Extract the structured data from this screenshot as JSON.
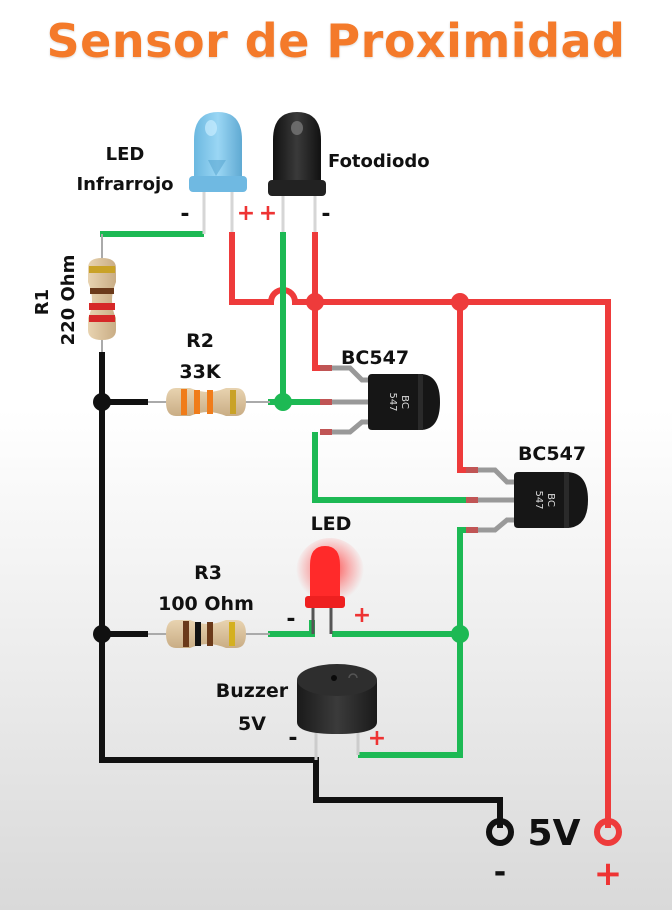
{
  "title": "Sensor de Proximidad",
  "colors": {
    "title": "#f47a2a",
    "wire_positive": "#ee3b3b",
    "wire_ground": "#111111",
    "wire_signal": "#1db954",
    "ir_led": "#7cc7ec",
    "photodiode": "#1e1e1e",
    "led": "#ff2020",
    "transistor": "#161616",
    "buzzer": "#2a2a2a"
  },
  "components": {
    "ir_led": {
      "label_line1": "LED",
      "label_line2": "Infrarrojo",
      "minus": "-",
      "plus": "+"
    },
    "photodiode": {
      "label": "Fotodiodo",
      "plus": "+",
      "minus": "-"
    },
    "r1": {
      "name": "R1",
      "value": "220 Ohm"
    },
    "r2": {
      "name": "R2",
      "value": "33K"
    },
    "r3": {
      "name": "R3",
      "value": "100 Ohm"
    },
    "q1": {
      "label": "BC547",
      "body_line1": "BC",
      "body_line2": "547"
    },
    "q2": {
      "label": "BC547",
      "body_line1": "BC",
      "body_line2": "547"
    },
    "led": {
      "label": "LED",
      "minus": "-",
      "plus": "+"
    },
    "buzzer": {
      "label_line1": "Buzzer",
      "label_line2": "5V",
      "minus": "-",
      "plus": "+"
    },
    "supply": {
      "label": "5V",
      "minus": "-",
      "plus": "+"
    }
  }
}
